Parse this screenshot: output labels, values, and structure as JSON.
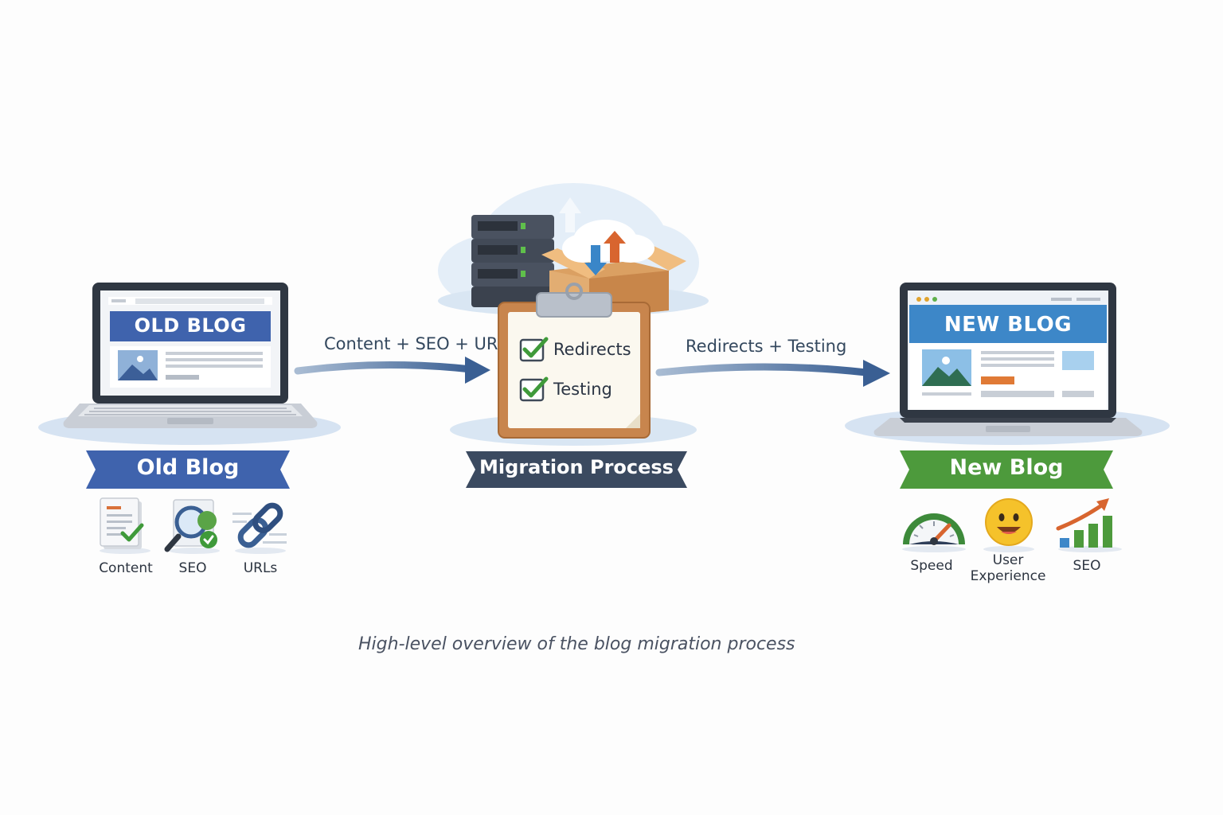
{
  "old_blog": {
    "screen_title": "OLD BLOG",
    "ribbon": "Old Blog",
    "icons": [
      {
        "icon": "document-check-icon",
        "label": "Content"
      },
      {
        "icon": "magnifier-icon",
        "label": "SEO"
      },
      {
        "icon": "chain-link-icon",
        "label": "URLs"
      }
    ]
  },
  "arrow_left_label": "Content + SEO + URLs",
  "migration": {
    "checklist": [
      "Redirects",
      "Testing"
    ],
    "ribbon": "Migration Process"
  },
  "arrow_right_label": "Redirects + Testing",
  "new_blog": {
    "screen_title": "NEW BLOG",
    "ribbon": "New Blog",
    "icons": [
      {
        "icon": "speedometer-icon",
        "label": "Speed"
      },
      {
        "icon": "smiley-icon",
        "label_line1": "User",
        "label_line2": "Experience"
      },
      {
        "icon": "growth-chart-icon",
        "label": "SEO"
      }
    ]
  },
  "caption": "High-level overview of the blog migration process",
  "colors": {
    "old_blue": "#3f63ad",
    "ribbon_dark": "#3b4a60",
    "new_green": "#4d9a3c",
    "arrow_blue": "#3a5f93",
    "clipboard": "#c8854d",
    "check_green": "#3f9a3a"
  }
}
